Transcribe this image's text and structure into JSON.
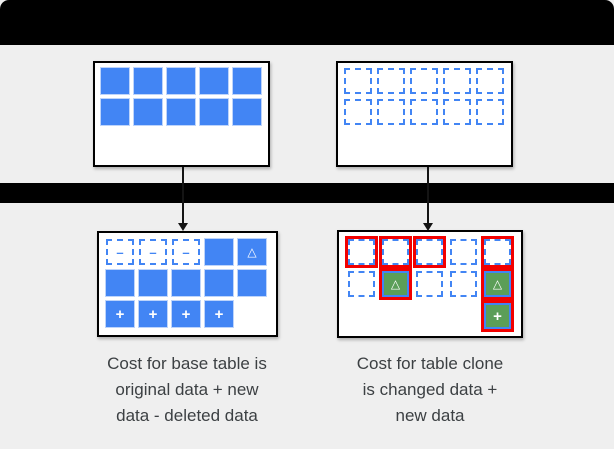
{
  "colors": {
    "background": "#efefef",
    "bar": "#000000",
    "box_background": "#ffffff",
    "box_border": "#000000",
    "blue": "#4285f4",
    "green": "#5b9e58",
    "red": "#f20000",
    "text": "#3c4043"
  },
  "glyphs": {
    "minus": "–",
    "delta": "△",
    "plus": "+"
  },
  "boxes": {
    "top_left": {
      "rows": [
        [
          "solid",
          "solid",
          "solid",
          "solid",
          "solid"
        ],
        [
          "solid",
          "solid",
          "solid",
          "solid",
          "solid"
        ]
      ]
    },
    "top_right": {
      "rows": [
        [
          "dashed",
          "dashed",
          "dashed",
          "dashed",
          "dashed"
        ],
        [
          "dashed",
          "dashed",
          "dashed",
          "dashed",
          "dashed"
        ]
      ]
    },
    "bottom_left": {
      "rows": [
        [
          "deleted",
          "deleted",
          "deleted",
          "solid",
          "changed"
        ],
        [
          "solid",
          "solid",
          "solid",
          "solid",
          "solid"
        ],
        [
          "added",
          "added",
          "added",
          "added",
          "empty"
        ]
      ]
    },
    "bottom_right": {
      "rows": [
        [
          "clone_ref",
          "clone_ref",
          "clone_ref",
          "dashed",
          "clone_ref"
        ],
        [
          "dashed",
          "clone_changed",
          "dashed",
          "dashed",
          "clone_changed"
        ],
        [
          "empty",
          "empty",
          "empty",
          "empty",
          "clone_added"
        ]
      ]
    }
  },
  "captions": {
    "left": {
      "lines": [
        "Cost for base table is",
        "original data + new",
        "data - deleted data"
      ]
    },
    "right": {
      "lines": [
        "Cost for table clone",
        "is changed data +",
        "new data"
      ]
    }
  }
}
